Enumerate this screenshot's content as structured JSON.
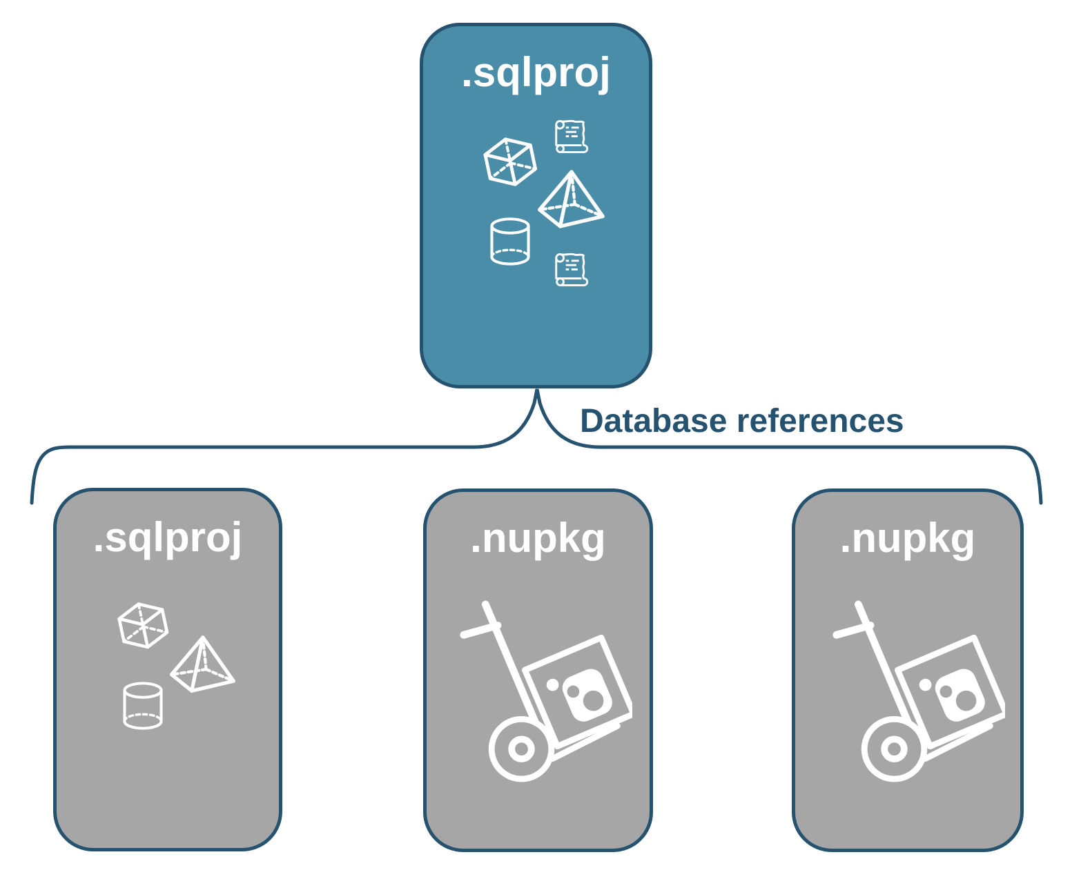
{
  "root": {
    "label": ".sqlproj",
    "icons": [
      "scroll-icon",
      "cube-icon",
      "pyramid-icon",
      "cylinder-icon",
      "scroll-icon"
    ]
  },
  "connector_label": "Database references",
  "children": [
    {
      "label": ".sqlproj",
      "icons": [
        "cube-icon",
        "pyramid-icon",
        "cylinder-icon"
      ]
    },
    {
      "label": ".nupkg",
      "icons": [
        "package-dolly-icon"
      ]
    },
    {
      "label": ".nupkg",
      "icons": [
        "package-dolly-icon"
      ]
    }
  ],
  "colors": {
    "accent_blue": "#4a8da9",
    "navy": "#25526f",
    "box_gray": "#a6a6a6",
    "icon_white": "#ffffff"
  }
}
